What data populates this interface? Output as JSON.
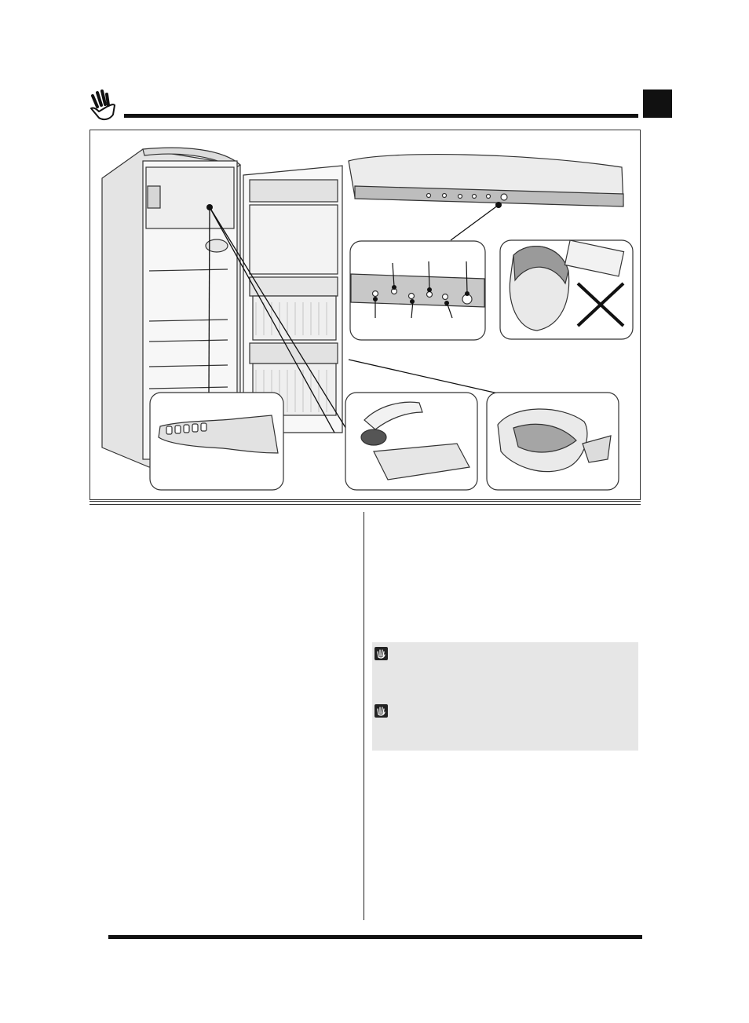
{
  "header": {
    "hand_icon": "hand-icon",
    "corner_tab_color": "#111111"
  },
  "figure": {
    "main_illustration": "refrigerator-open-door",
    "insets": [
      {
        "name": "control-panel-detail",
        "icon": "control-panel"
      },
      {
        "name": "child-ice-tray-warning",
        "icon": "child-with-ice-tray-crossed"
      },
      {
        "name": "ice-scraper-detail",
        "icon": "ice-scraper"
      },
      {
        "name": "filling-ice-tray",
        "icon": "tap-filling-ice-tray"
      },
      {
        "name": "wrapped-fish",
        "icon": "fish-in-bag"
      }
    ]
  },
  "notes": {
    "background": "#e6e6e6",
    "icon": "hand-note-icon"
  }
}
